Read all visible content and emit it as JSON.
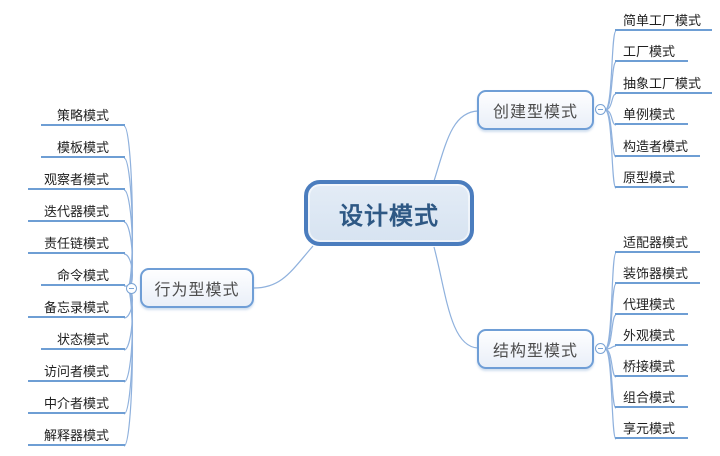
{
  "diagram": {
    "type": "mindmap",
    "root": {
      "label": "设计模式"
    },
    "branches": [
      {
        "label": "创建型模式",
        "toggle_state": "expanded",
        "children": [
          "简单工厂模式",
          "工厂模式",
          "抽象工厂模式",
          "单例模式",
          "构造者模式",
          "原型模式"
        ]
      },
      {
        "label": "结构型模式",
        "toggle_state": "expanded",
        "children": [
          "适配器模式",
          "装饰器模式",
          "代理模式",
          "外观模式",
          "桥接模式",
          "组合模式",
          "享元模式"
        ]
      },
      {
        "label": "行为型模式",
        "toggle_state": "expanded",
        "children": [
          "策略模式",
          "模板模式",
          "观察者模式",
          "迭代器模式",
          "责任链模式",
          "命令模式",
          "备忘录模式",
          "状态模式",
          "访问者模式",
          "中介者模式",
          "解释器模式"
        ]
      }
    ],
    "icons": {
      "toggle": "minus-circle-icon"
    },
    "colors": {
      "background": "#ffffff",
      "central_border": "#4b7dbe",
      "central_fill": "#dbe6f2",
      "central_text": "#2e5884",
      "branch_border": "#6f9ed6",
      "branch_text": "#4d4d4d",
      "leaf_underline": "#6e9ed4",
      "leaf_text": "#1f1f1f",
      "connector": "#8fb1dd"
    }
  }
}
